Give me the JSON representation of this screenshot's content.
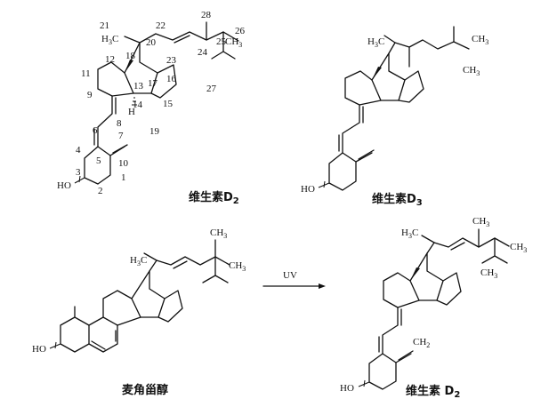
{
  "molecules": {
    "vitd2_numbered": {
      "name": "维生素D",
      "name_sub": "2",
      "numbers": [
        "21",
        "22",
        "28",
        "26",
        "20",
        "24",
        "25",
        "18",
        "12",
        "23",
        "11",
        "17",
        "16",
        "13",
        "9",
        "14",
        "15",
        "8",
        "7",
        "19",
        "6",
        "4",
        "5",
        "10",
        "1",
        "3",
        "2",
        "27"
      ],
      "atoms": {
        "h3c": "H",
        "h3c_sub": "3",
        "h3c_c": "C",
        "ch3": "CH",
        "ch3_sub": "3",
        "h": "H",
        "ho": "HO"
      }
    },
    "vitd3": {
      "name": "维生素D",
      "name_sub": "3",
      "atoms": {
        "h3c": "H",
        "h3c_sub": "3",
        "h3c_c": "C",
        "ch3_side": "CH",
        "ch3_side_sub": "3",
        "ch3_ring": "CH",
        "ch3_ring_sub": "3",
        "ho": "HO"
      }
    },
    "ergosterol": {
      "name": "麦角甾醇",
      "atoms": {
        "h3c": "H",
        "h3c_sub": "3",
        "h3c_c": "C",
        "ch3_top": "CH",
        "ch3_top_sub": "3",
        "ch3_right": "CH",
        "ch3_right_sub": "3",
        "ho": "HO"
      }
    },
    "vitd2_product": {
      "name": "维生素 D",
      "name_sub": "2",
      "atoms": {
        "h3c": "H",
        "h3c_sub": "3",
        "h3c_c": "C",
        "ch3_top": "CH",
        "ch3_top_sub": "3",
        "ch3_right": "CH",
        "ch3_right_sub": "3",
        "ch3_ring": "CH",
        "ch3_ring_sub": "3",
        "ch2": "CH",
        "ch2_sub": "2",
        "ho": "HO"
      }
    }
  },
  "reaction": {
    "label": "UV"
  }
}
